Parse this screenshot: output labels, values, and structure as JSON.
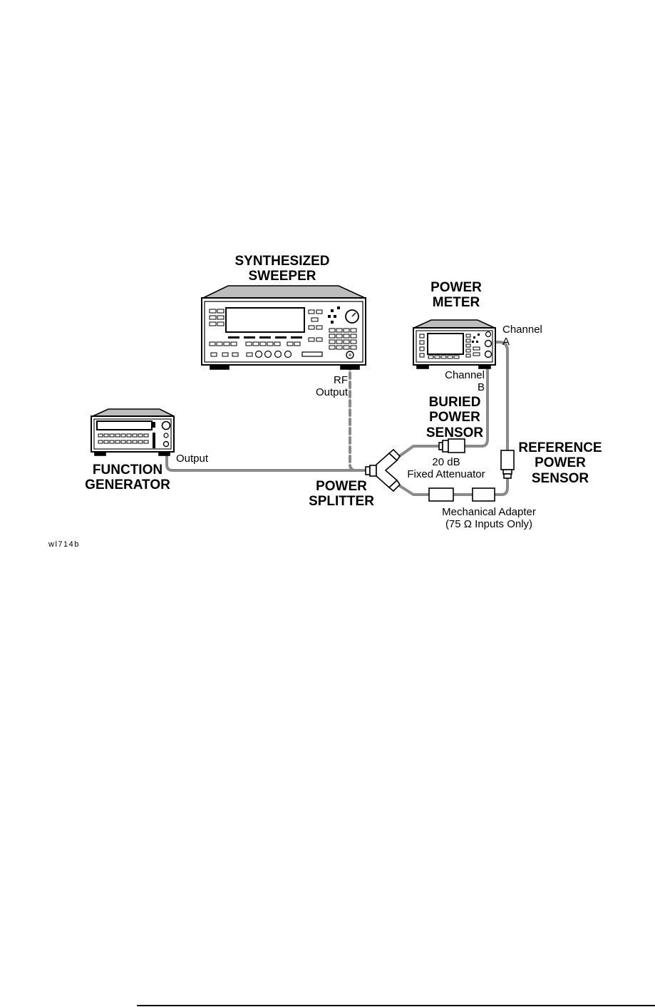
{
  "instruments": {
    "synthesized_sweeper": {
      "line1": "SYNTHESIZED",
      "line2": "SWEEPER"
    },
    "power_meter": {
      "line1": "POWER",
      "line2": "METER"
    },
    "function_generator": {
      "line1": "FUNCTION",
      "line2": "GENERATOR"
    },
    "power_splitter": {
      "line1": "POWER",
      "line2": "SPLITTER"
    },
    "buried_power_sensor": {
      "line1": "BURIED",
      "line2": "POWER",
      "line3": "SENSOR"
    },
    "reference_power_sensor": {
      "line1": "REFERENCE",
      "line2": "POWER",
      "line3": "SENSOR"
    }
  },
  "ports": {
    "rf_output": {
      "line1": "RF",
      "line2": "Output"
    },
    "generator_output": "Output",
    "channel_a": {
      "line1": "Channel",
      "line2": "A"
    },
    "channel_b": {
      "line1": "Channel",
      "line2": "B"
    }
  },
  "components": {
    "attenuator": {
      "line1": "20 dB",
      "line2": "Fixed Attenuator"
    },
    "mechanical_adapter": {
      "line1": "Mechanical Adapter",
      "line2": "(75 Ω Inputs Only)"
    }
  },
  "figure_id": "wl714b",
  "colors": {
    "cable": "#8a8a8a",
    "instrument_body": "#ffffff",
    "instrument_top": "#bdbdbd",
    "outline": "#000000"
  }
}
